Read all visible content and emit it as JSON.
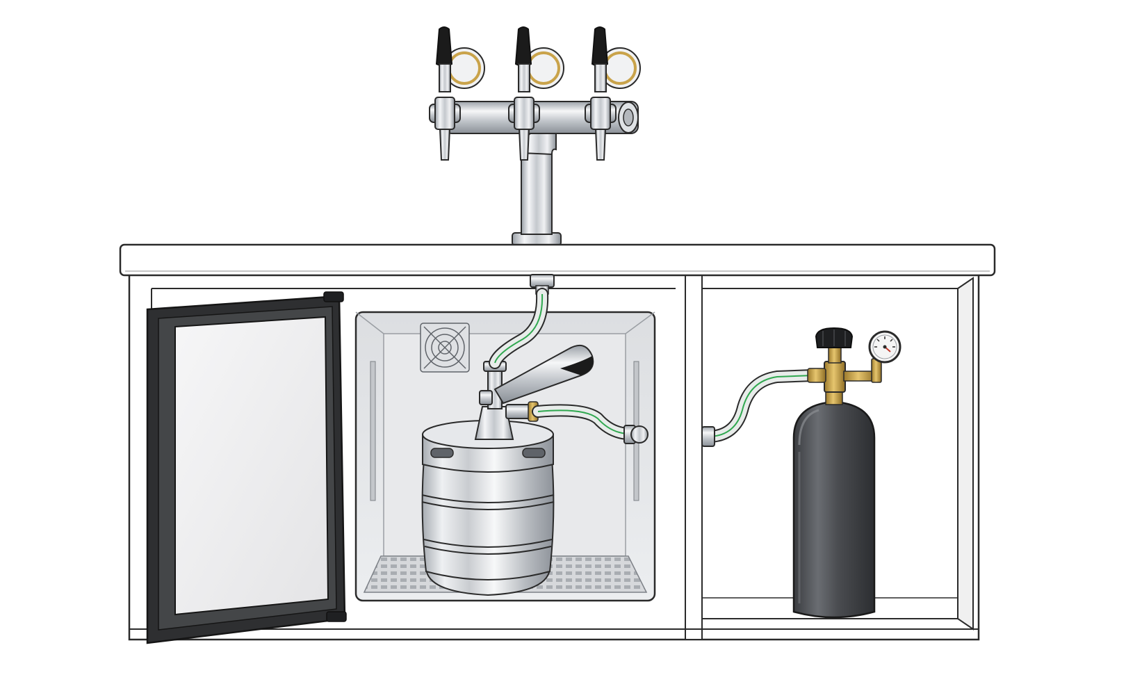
{
  "diagram": {
    "subject": "",
    "components": [
      {
        "id": "tower",
        "icon": "triple-tap-tower-icon",
        "taps": 3
      },
      {
        "id": "counter",
        "icon": "countertop-icon"
      },
      {
        "id": "cooler-door",
        "icon": "fridge-door-icon",
        "state": "open"
      },
      {
        "id": "cooler",
        "icon": "kegerator-compartment-icon"
      },
      {
        "id": "keg",
        "icon": "keg-icon"
      },
      {
        "id": "coupler",
        "icon": "keg-coupler-icon"
      },
      {
        "id": "beer-line",
        "icon": "beer-line-icon"
      },
      {
        "id": "gas-line",
        "icon": "gas-line-icon"
      },
      {
        "id": "co2-tank",
        "icon": "co2-cylinder-icon"
      },
      {
        "id": "regulator",
        "icon": "pressure-regulator-icon"
      }
    ],
    "colors": {
      "outline": "#2a2a2a",
      "cabinet": "#ffffff",
      "interior": "#e9eaec",
      "steel_light": "#f2f3f5",
      "steel_dark": "#8a8f96",
      "hose": "#e8ecea",
      "hose_stripe": "#2fa84f",
      "tank": "#4a4c50",
      "brass": "#c9a34a",
      "handle": "#1b1b1b",
      "door_frame": "#2e2f31",
      "door_glass": "#eeeeef"
    }
  }
}
